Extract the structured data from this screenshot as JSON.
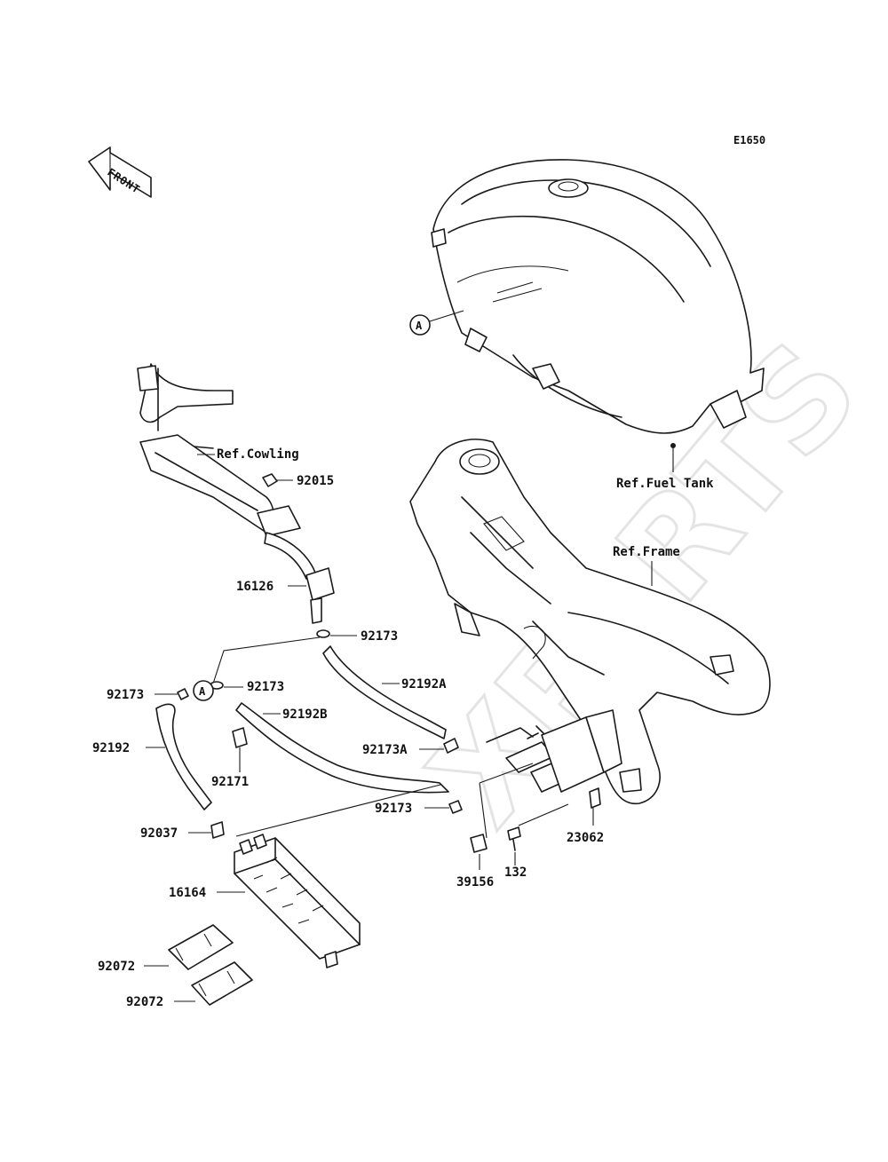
{
  "diagram_code": "E1650",
  "front_label": "FRONT",
  "watermark": "XPARTS",
  "refs": {
    "cowling": "Ref.Cowling",
    "fuel_tank": "Ref.Fuel Tank",
    "frame": "Ref.Frame"
  },
  "callouts": {
    "a_tank": "A",
    "a_hose": "A"
  },
  "parts": [
    "92015",
    "16126",
    "92173",
    "92173",
    "92192A",
    "92173",
    "92192B",
    "92192",
    "92171",
    "92173A",
    "92173",
    "92037",
    "23062",
    "39156",
    "132",
    "16164",
    "92072",
    "92072"
  ]
}
